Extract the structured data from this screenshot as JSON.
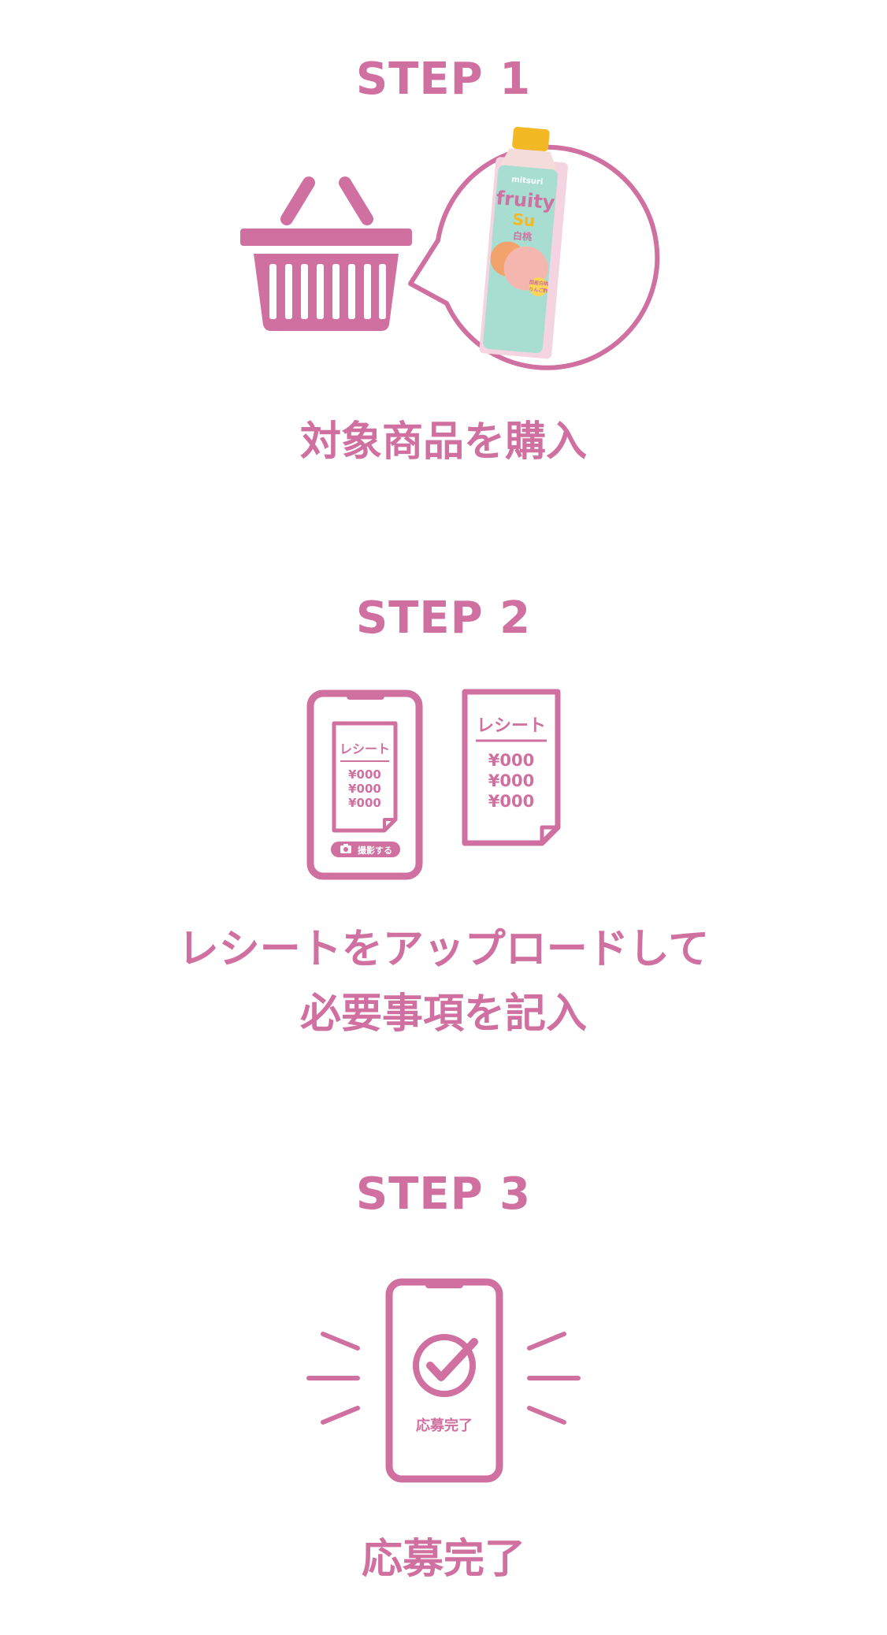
{
  "colors": {
    "accent": "#d070a0",
    "background": "#ffffff",
    "bottle_label": "#a8ddd2",
    "bottle_cap": "#f2b924",
    "bottle_shadow": "#f5d4e2"
  },
  "steps": [
    {
      "title": "STEP 1",
      "caption_lines": [
        "対象商品を購入"
      ],
      "illustration": {
        "icons": [
          "basket-icon",
          "speech-bubble-icon",
          "bottle-icon"
        ],
        "bottle": {
          "brand": "mitsuri",
          "name": "fruity",
          "sub": "Su",
          "flavor": "白桃",
          "badge_line1": "国産白桃",
          "badge_line2": "りんご酢"
        }
      }
    },
    {
      "title": "STEP 2",
      "caption_lines": [
        "レシートをアップロードして",
        "必要事項を記入"
      ],
      "illustration": {
        "icons": [
          "smartphone-icon",
          "receipt-icon",
          "camera-icon"
        ],
        "phone_receipt_title": "レシート",
        "phone_receipt_amounts": [
          "¥000",
          "¥000",
          "¥000"
        ],
        "phone_button_label": "撮影する",
        "paper_receipt_title": "レシート",
        "paper_receipt_amounts": [
          "¥000",
          "¥000",
          "¥000"
        ]
      }
    },
    {
      "title": "STEP 3",
      "caption_lines": [
        "応募完了"
      ],
      "illustration": {
        "icons": [
          "smartphone-icon",
          "check-circle-icon"
        ],
        "phone_label": "応募完了"
      }
    }
  ]
}
